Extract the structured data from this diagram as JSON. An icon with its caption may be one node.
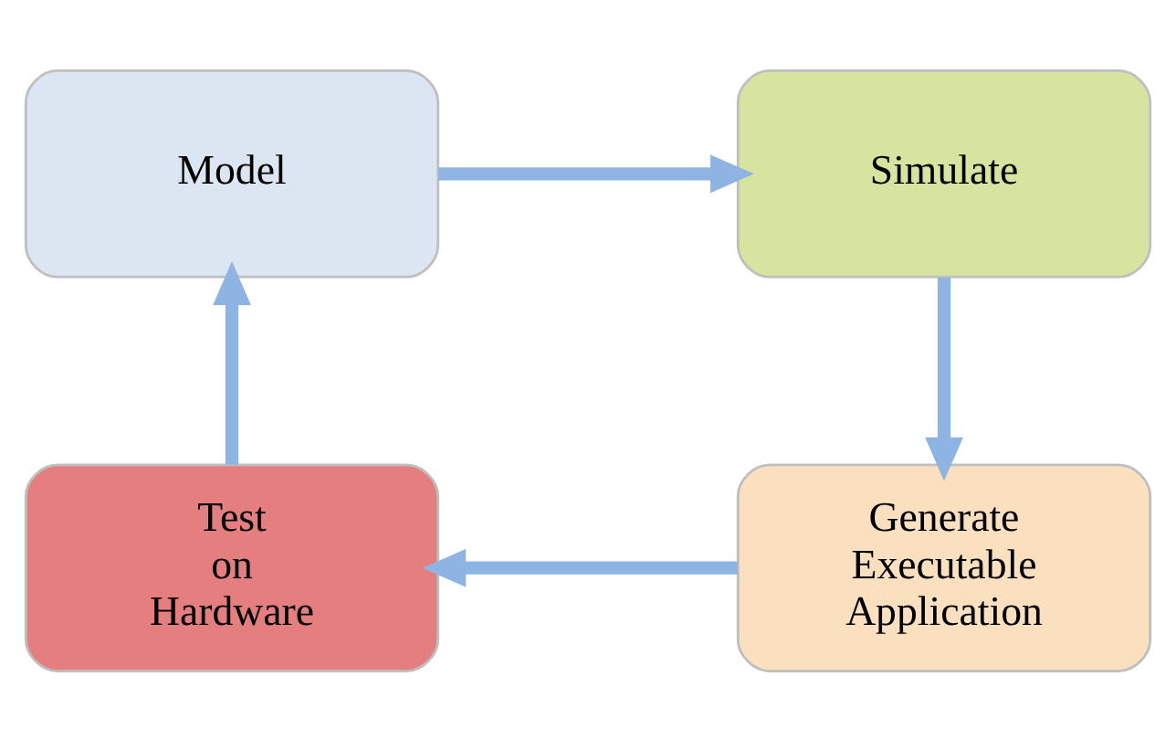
{
  "diagram": {
    "nodes": [
      {
        "text": [
          "Model"
        ]
      },
      {
        "text": [
          "Simulate"
        ]
      },
      {
        "text": [
          "Generate Executable Application"
        ]
      },
      {
        "text": [
          "Test on Hardware"
        ]
      }
    ],
    "edges": [
      {
        "from": 0,
        "to": 1,
        "arrow": "to"
      },
      {
        "from": 1,
        "to": 2,
        "arrow": "to"
      },
      {
        "from": 2,
        "to": 3,
        "arrow": "to"
      },
      {
        "from": 3,
        "to": 0,
        "arrow": "to"
      }
    ]
  }
}
